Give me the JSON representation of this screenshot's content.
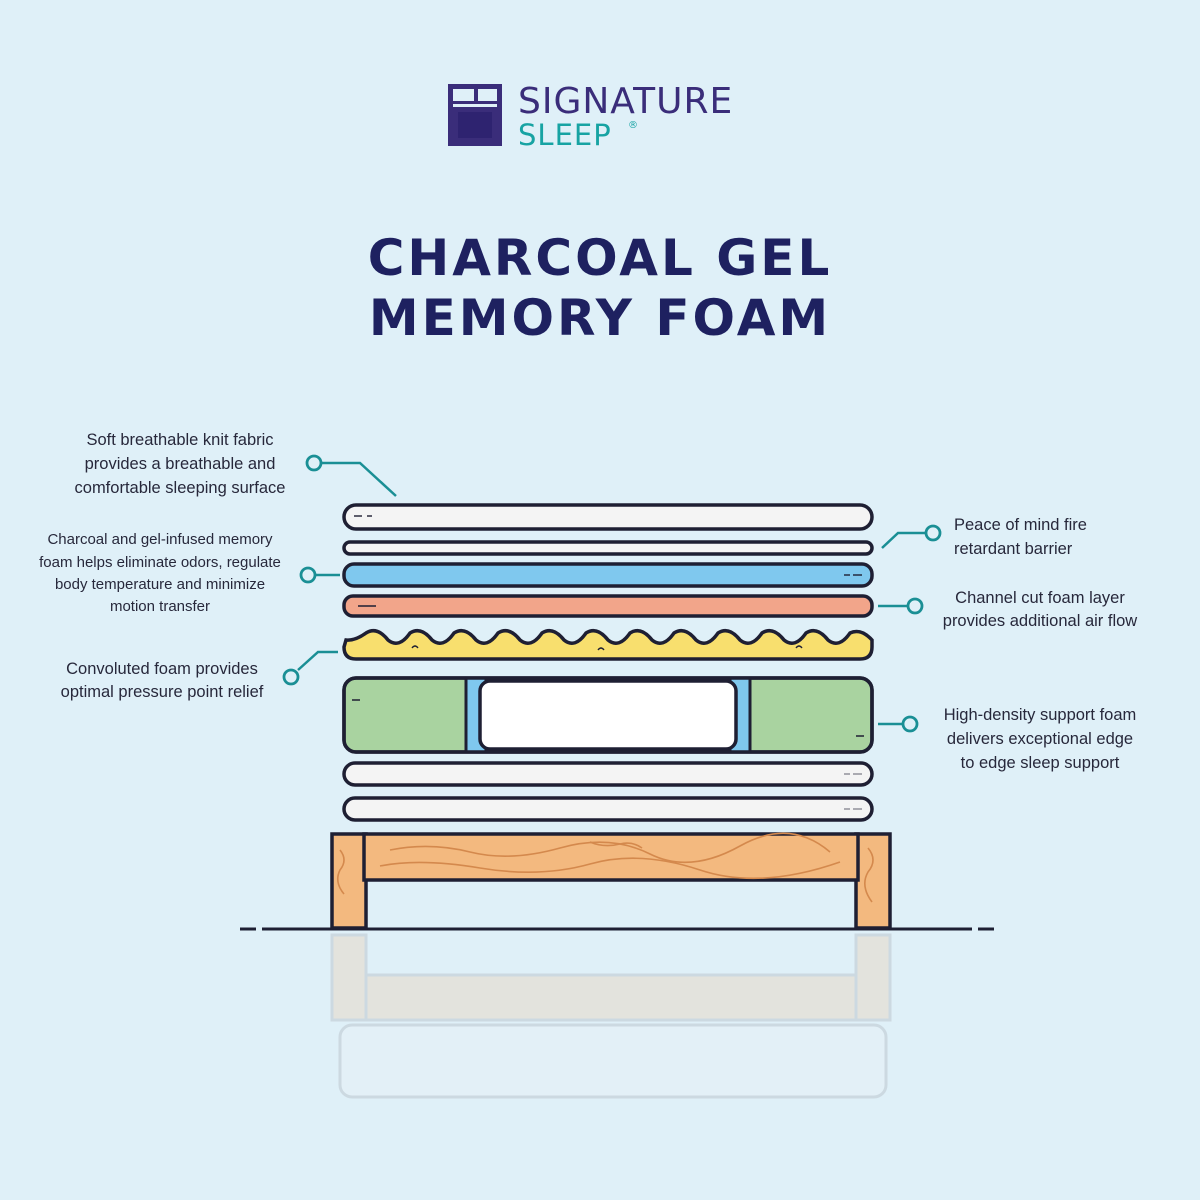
{
  "logo": {
    "brand_line1": "SIGNATURE",
    "brand_line2": "SLEEP",
    "registered_mark": "®"
  },
  "title": {
    "line1": "CHARCOAL GEL",
    "line2": "MEMORY FOAM"
  },
  "callouts": {
    "knit_fabric": [
      "Soft breathable knit fabric",
      "provides a breathable and",
      "comfortable sleeping surface"
    ],
    "charcoal_gel": [
      "Charcoal and gel-infused memory",
      "foam helps eliminate odors, regulate",
      "body temperature and minimize",
      "motion transfer"
    ],
    "convoluted": [
      "Convoluted foam provides",
      "optimal pressure point relief"
    ],
    "fire_barrier": [
      "Peace of mind fire",
      "retardant barrier"
    ],
    "channel_cut": [
      "Channel cut foam layer",
      "provides additional air flow"
    ],
    "support_foam": [
      "High-density support foam",
      "delivers exceptional edge",
      "to edge sleep support"
    ]
  },
  "colors": {
    "background": "#dff0f8",
    "brand_purple": "#3a2d7a",
    "brand_teal": "#17a3a3",
    "title_navy": "#1e2160",
    "layer_white": "#f4f4f4",
    "layer_blue": "#7fc8ee",
    "layer_salmon": "#f2a58a",
    "layer_yellow": "#f8df6e",
    "layer_green": "#a9d3a0",
    "wood": "#f3b97f"
  }
}
